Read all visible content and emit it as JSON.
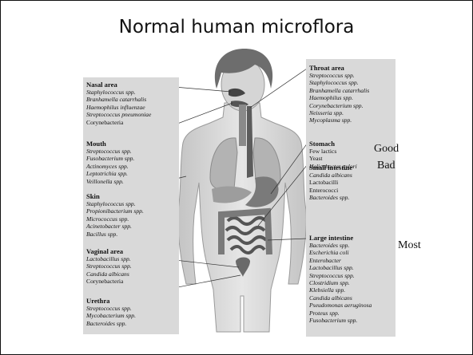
{
  "title": "Normal human microflora",
  "left_groups": [
    {
      "title": "Nasal area",
      "items": [
        {
          "t": "Staphylococcus spp.",
          "plain": false
        },
        {
          "t": "Branhamella catarrhalis",
          "plain": false
        },
        {
          "t": "Haemophilus influenzae",
          "plain": false
        },
        {
          "t": "Streptococcus pneumoniae",
          "plain": false
        },
        {
          "t": "Corynebacteria",
          "plain": true
        }
      ]
    },
    {
      "title": "Mouth",
      "items": [
        {
          "t": "Streptococcus spp.",
          "plain": false
        },
        {
          "t": "Fusobacterium spp.",
          "plain": false
        },
        {
          "t": "Actinomyces spp.",
          "plain": false
        },
        {
          "t": "Leptotrichia spp.",
          "plain": false
        },
        {
          "t": "Veillonella spp.",
          "plain": false
        }
      ]
    },
    {
      "title": "Skin",
      "items": [
        {
          "t": "Staphylococcus spp.",
          "plain": false
        },
        {
          "t": "Propionibacterium spp.",
          "plain": false
        },
        {
          "t": "Micrococcus spp.",
          "plain": false
        },
        {
          "t": "Acinetobacter spp.",
          "plain": false
        },
        {
          "t": "Bacillus spp.",
          "plain": false
        }
      ]
    },
    {
      "title": "Vaginal area",
      "items": [
        {
          "t": "Lactobacillus spp.",
          "plain": false
        },
        {
          "t": "Streptococcus spp.",
          "plain": false
        },
        {
          "t": "Candida albicans",
          "plain": false
        },
        {
          "t": "Corynebacteria",
          "plain": true
        }
      ]
    },
    {
      "title": "Urethra",
      "items": [
        {
          "t": "Streptococcus spp.",
          "plain": false
        },
        {
          "t": "Mycobacterium spp.",
          "plain": false
        },
        {
          "t": "Bacteroides spp.",
          "plain": false
        }
      ]
    }
  ],
  "right_groups": [
    {
      "title": "Throat area",
      "items": [
        {
          "t": "Streptococcus spp.",
          "plain": false
        },
        {
          "t": "Staphylococcus spp.",
          "plain": false
        },
        {
          "t": "Branhamella catarrhalis",
          "plain": false
        },
        {
          "t": "Haemophilus spp.",
          "plain": false
        },
        {
          "t": "Corynebacterium spp.",
          "plain": false
        },
        {
          "t": "Neisseria spp.",
          "plain": false
        },
        {
          "t": "Mycoplasma spp.",
          "plain": false
        }
      ]
    },
    {
      "title": "Stomach",
      "items": [
        {
          "t": "Few lactics",
          "plain": true
        },
        {
          "t": "Yeast",
          "plain": true
        },
        {
          "t": "Helicobacter pylori",
          "plain": false
        }
      ]
    },
    {
      "title": "Small intestine",
      "items": [
        {
          "t": "Candida albicans",
          "plain": false
        },
        {
          "t": "Lactobacilli",
          "plain": true
        },
        {
          "t": "Enterococci",
          "plain": true
        },
        {
          "t": "Bacteroides spp.",
          "plain": false
        }
      ]
    },
    {
      "title": "Large intestine",
      "items": [
        {
          "t": "Bacteroides spp.",
          "plain": false
        },
        {
          "t": "Escherichia coli",
          "plain": false
        },
        {
          "t": "Enterobacter",
          "plain": false
        },
        {
          "t": "Lactobacillus spp.",
          "plain": false
        },
        {
          "t": "Streptococcus spp.",
          "plain": false
        },
        {
          "t": "Clostridium spp.",
          "plain": false
        },
        {
          "t": "Klebsiella spp.",
          "plain": false
        },
        {
          "t": "Candida albicans",
          "plain": false
        },
        {
          "t": "Pseudomonas aeruginosa",
          "plain": false
        },
        {
          "t": "Proteus spp.",
          "plain": false
        },
        {
          "t": "Fusobacterium spp.",
          "plain": false
        }
      ]
    }
  ],
  "callouts": {
    "good": "Good",
    "bad": "Bad",
    "most": "Most"
  },
  "colors": {
    "panel": "#d9d9d9",
    "body": "#cfcfcf",
    "hair": "#6d6d6d",
    "organ_dark": "#5e5e5e",
    "arrow_dark": "#3c3c3c",
    "arrow_light": "#bfbfbf"
  }
}
